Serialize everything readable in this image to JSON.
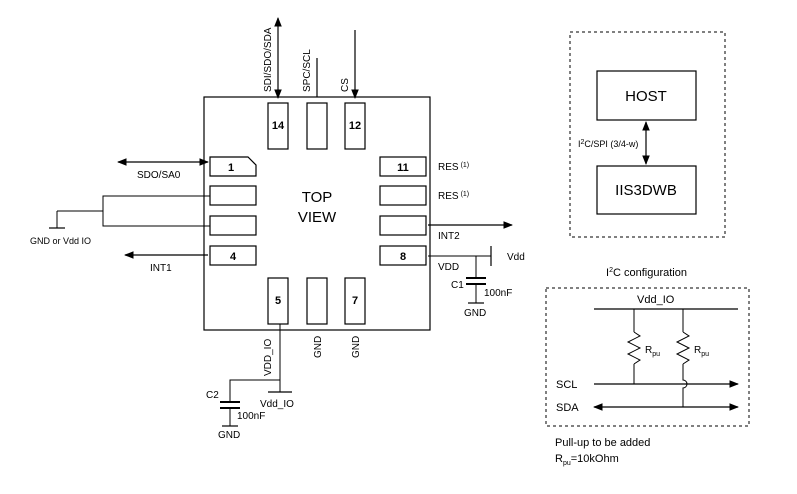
{
  "package": {
    "view_line1": "TOP",
    "view_line2": "VIEW",
    "pins": {
      "p1": "1",
      "p4": "4",
      "p5": "5",
      "p7": "7",
      "p8": "8",
      "p11": "11",
      "p12": "12",
      "p14": "14"
    }
  },
  "signals": {
    "top_sdi": "SDI/SDO/SDA",
    "top_spc": "SPC/SCL",
    "top_cs": "CS",
    "sdo_sa0": "SDO/SA0",
    "gnd_or_vdd_io": "GND or Vdd IO",
    "int1": "INT1",
    "res1": "RES",
    "res1_sup": "(1)",
    "res2": "RES",
    "res2_sup": "(1)",
    "int2": "INT2",
    "vdd_pin": "VDD",
    "vdd_supply": "Vdd",
    "c1": "C1",
    "c1_value": "100nF",
    "c1_gnd": "GND",
    "vdd_io_pin": "VDD_IO",
    "gnd_pin_a": "GND",
    "gnd_pin_b": "GND",
    "c2": "C2",
    "c2_value": "100nF",
    "c2_gnd": "GND",
    "vdd_io_supply": "Vdd_IO"
  },
  "host_box": {
    "host": "HOST",
    "device": "IIS3DWB",
    "bus_pre": "I",
    "bus_sup": "2",
    "bus_post": "C/SPI (3/4-w)"
  },
  "i2c": {
    "title_pre": "I",
    "title_sup": "2",
    "title_post": "C configuration",
    "rail": "Vdd_IO",
    "r1": "R",
    "r1_sub": "pu",
    "r2": "R",
    "r2_sub": "pu",
    "scl": "SCL",
    "sda": "SDA",
    "note1": "Pull-up to be added",
    "note2_r": "R",
    "note2_sub": "pu",
    "note2_val": "=10kOhm"
  }
}
